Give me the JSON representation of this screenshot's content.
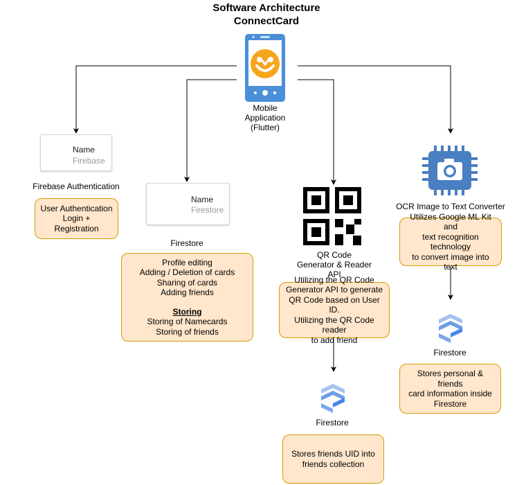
{
  "title": {
    "line1": "Software Architecture",
    "line2": "ConnectCard"
  },
  "mobile": {
    "line1": "Mobile",
    "line2": "Application",
    "line3": "(Flutter)"
  },
  "firebase_card": {
    "name": "Name",
    "service": "Firebase"
  },
  "firebase_auth": {
    "label": "Firebase Authentication",
    "box_line1": "User Authentication",
    "box_line2": "Login + Registration"
  },
  "firestore_card": {
    "name": "Name",
    "service": "Firestore"
  },
  "firestore_main": {
    "label": "Firestore",
    "lines": [
      "Profile editing",
      "Adding / Deletion of cards",
      "Sharing of cards",
      "Adding friends"
    ],
    "storing_heading": "Storing",
    "storing_lines": [
      "Storing of Namecards",
      "Storing of friends"
    ]
  },
  "qr": {
    "label_line1": "QR Code",
    "label_line2": "Generator & Reader",
    "label_line3": "API",
    "box_lines": [
      "Utilizing the QR Code",
      "Generator API to generate",
      "QR Code based on User ID.",
      "Utilizing the QR Code reader",
      "to add friend"
    ],
    "firestore_label": "Firestore",
    "firestore_box_line1": "Stores friends UID into",
    "firestore_box_line2": "friends collection"
  },
  "ocr": {
    "label": "OCR Image to Text Converter",
    "box_lines": [
      "Utilizes Google ML Kit and",
      "text recognition technology",
      "to convert image into text"
    ],
    "firestore_label": "Firestore",
    "firestore_box_lines": [
      "Stores personal & friends",
      "card information inside",
      "Firestore"
    ]
  },
  "colors": {
    "box_fill": "#ffe6cc",
    "box_stroke": "#d79b00",
    "phone_blue": "#4a8fd8",
    "app_icon_orange": "#f7a51c",
    "firebase_yellow": "#ffca28",
    "firebase_orange": "#f57c00",
    "firestore_blue": "#4a86e8",
    "camera_blue": "#4a7fc1"
  },
  "icons": [
    "mobile-phone-icon",
    "app-logo-icon",
    "firebase-icon",
    "firestore-icon",
    "qr-code-icon",
    "camera-chip-icon"
  ]
}
